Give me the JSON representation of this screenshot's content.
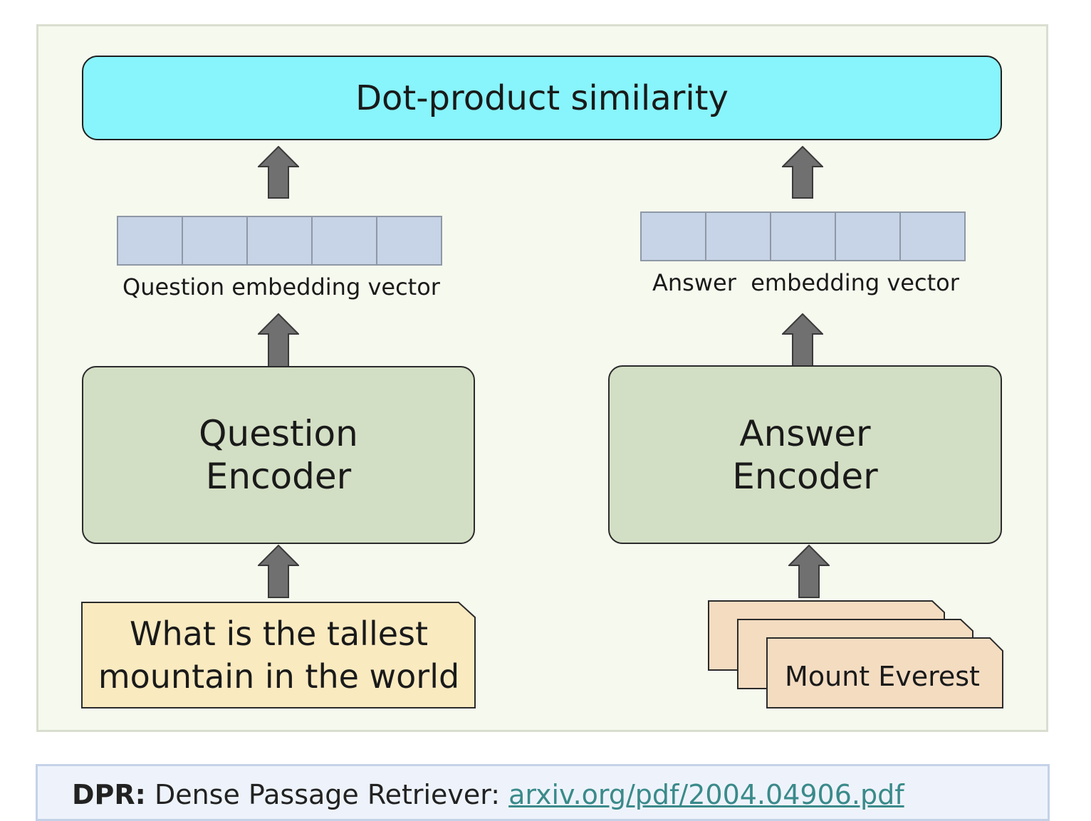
{
  "diagram": {
    "similarity_label": "Dot-product similarity",
    "question_vector_label": "Question embedding vector",
    "answer_vector_label": "Answer  embedding vector",
    "question_encoder_label": "Question\nEncoder",
    "answer_encoder_label": "Answer\nEncoder",
    "question_text": "What is the tallest\nmountain in the world",
    "answer_text": "Mount Everest",
    "vector_cells": 5
  },
  "caption": {
    "bold_label": "DPR:",
    "text": " Dense Passage Retriever: ",
    "link_text": "arxiv.org/pdf/2004.04906.pdf"
  },
  "colors": {
    "similarity_fill": "#88f4fb",
    "encoder_fill": "#d3dfc4",
    "vector_cell_fill": "#c7d3e6",
    "question_doc_fill": "#faeac0",
    "answer_doc_fill": "#f4dcc1",
    "arrow_fill": "#707070",
    "frame_fill": "#f6f9ee"
  }
}
